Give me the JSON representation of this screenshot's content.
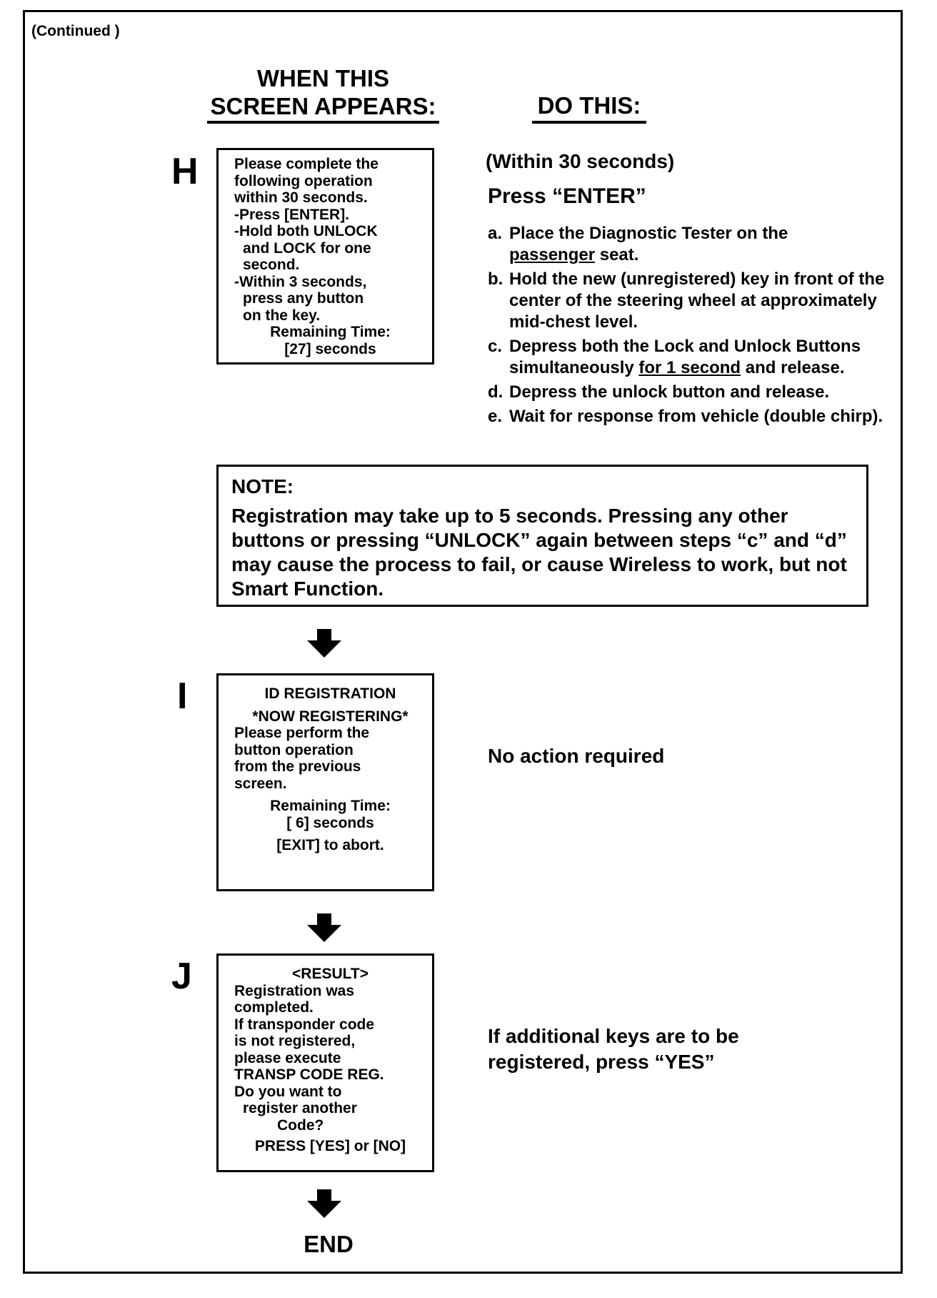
{
  "header": {
    "continued": "(Continued )",
    "left_title_line1": "WHEN THIS",
    "left_title_line2": "SCREEN APPEARS:",
    "right_title": "DO THIS:"
  },
  "step_h": {
    "letter": "H",
    "screen": {
      "l1": "Please complete the",
      "l2": "following operation",
      "l3": "within 30 seconds.",
      "l4": "-Press [ENTER].",
      "l5": "-Hold both UNLOCK",
      "l6": "and LOCK for one",
      "l7": "second.",
      "l8": "-Within 3 seconds,",
      "l9": "press any button",
      "l10": "on the key.",
      "l11": "Remaining Time:",
      "l12": "[27] seconds"
    },
    "within": "(Within 30 seconds)",
    "press": "Press “ENTER”",
    "a_letter": "a.",
    "a_text1": "Place the Diagnostic Tester on the",
    "a_underline": "passenger",
    "a_text2": " seat.",
    "b_letter": "b.",
    "b_text": "Hold the new (unregistered) key in front of the center of the steering wheel at approximately mid-chest level.",
    "c_letter": "c.",
    "c_text1": "Depress both the Lock and Unlock Buttons simultaneously ",
    "c_underline": "for 1 second",
    "c_text2": " and release.",
    "d_letter": "d.",
    "d_text": "Depress the unlock button and release.",
    "e_letter": "e.",
    "e_text": "Wait for response from vehicle (double chirp)."
  },
  "note": {
    "heading": "NOTE:",
    "text": "Registration may take up to 5 seconds. Pressing any other buttons or pressing “UNLOCK” again between steps “c” and “d” may cause the process to fail, or cause Wireless to work, but not Smart Function."
  },
  "step_i": {
    "letter": "I",
    "screen": {
      "title": "ID REGISTRATION",
      "status": "*NOW REGISTERING*",
      "l1": "Please perform the",
      "l2": "button operation",
      "l3": "from the previous",
      "l4": "screen.",
      "l5": "Remaining Time:",
      "l6": "[ 6] seconds",
      "l7": "[EXIT] to abort."
    },
    "action": "No action required"
  },
  "step_j": {
    "letter": "J",
    "screen": {
      "title": "<RESULT>",
      "l1": "Registration was",
      "l2": "completed.",
      "l3": "If transponder code",
      "l4": "is not registered,",
      "l5": "please execute",
      "l6": "TRANSP CODE REG.",
      "l7": "Do you want to",
      "l8": "register another",
      "l9": "Code?",
      "l10": "PRESS [YES] or [NO]"
    },
    "action_line1": "If additional keys are to be",
    "action_line2": "registered, press “YES”"
  },
  "end_label": "END",
  "icons": {
    "arrow": "arrow-down-icon"
  }
}
